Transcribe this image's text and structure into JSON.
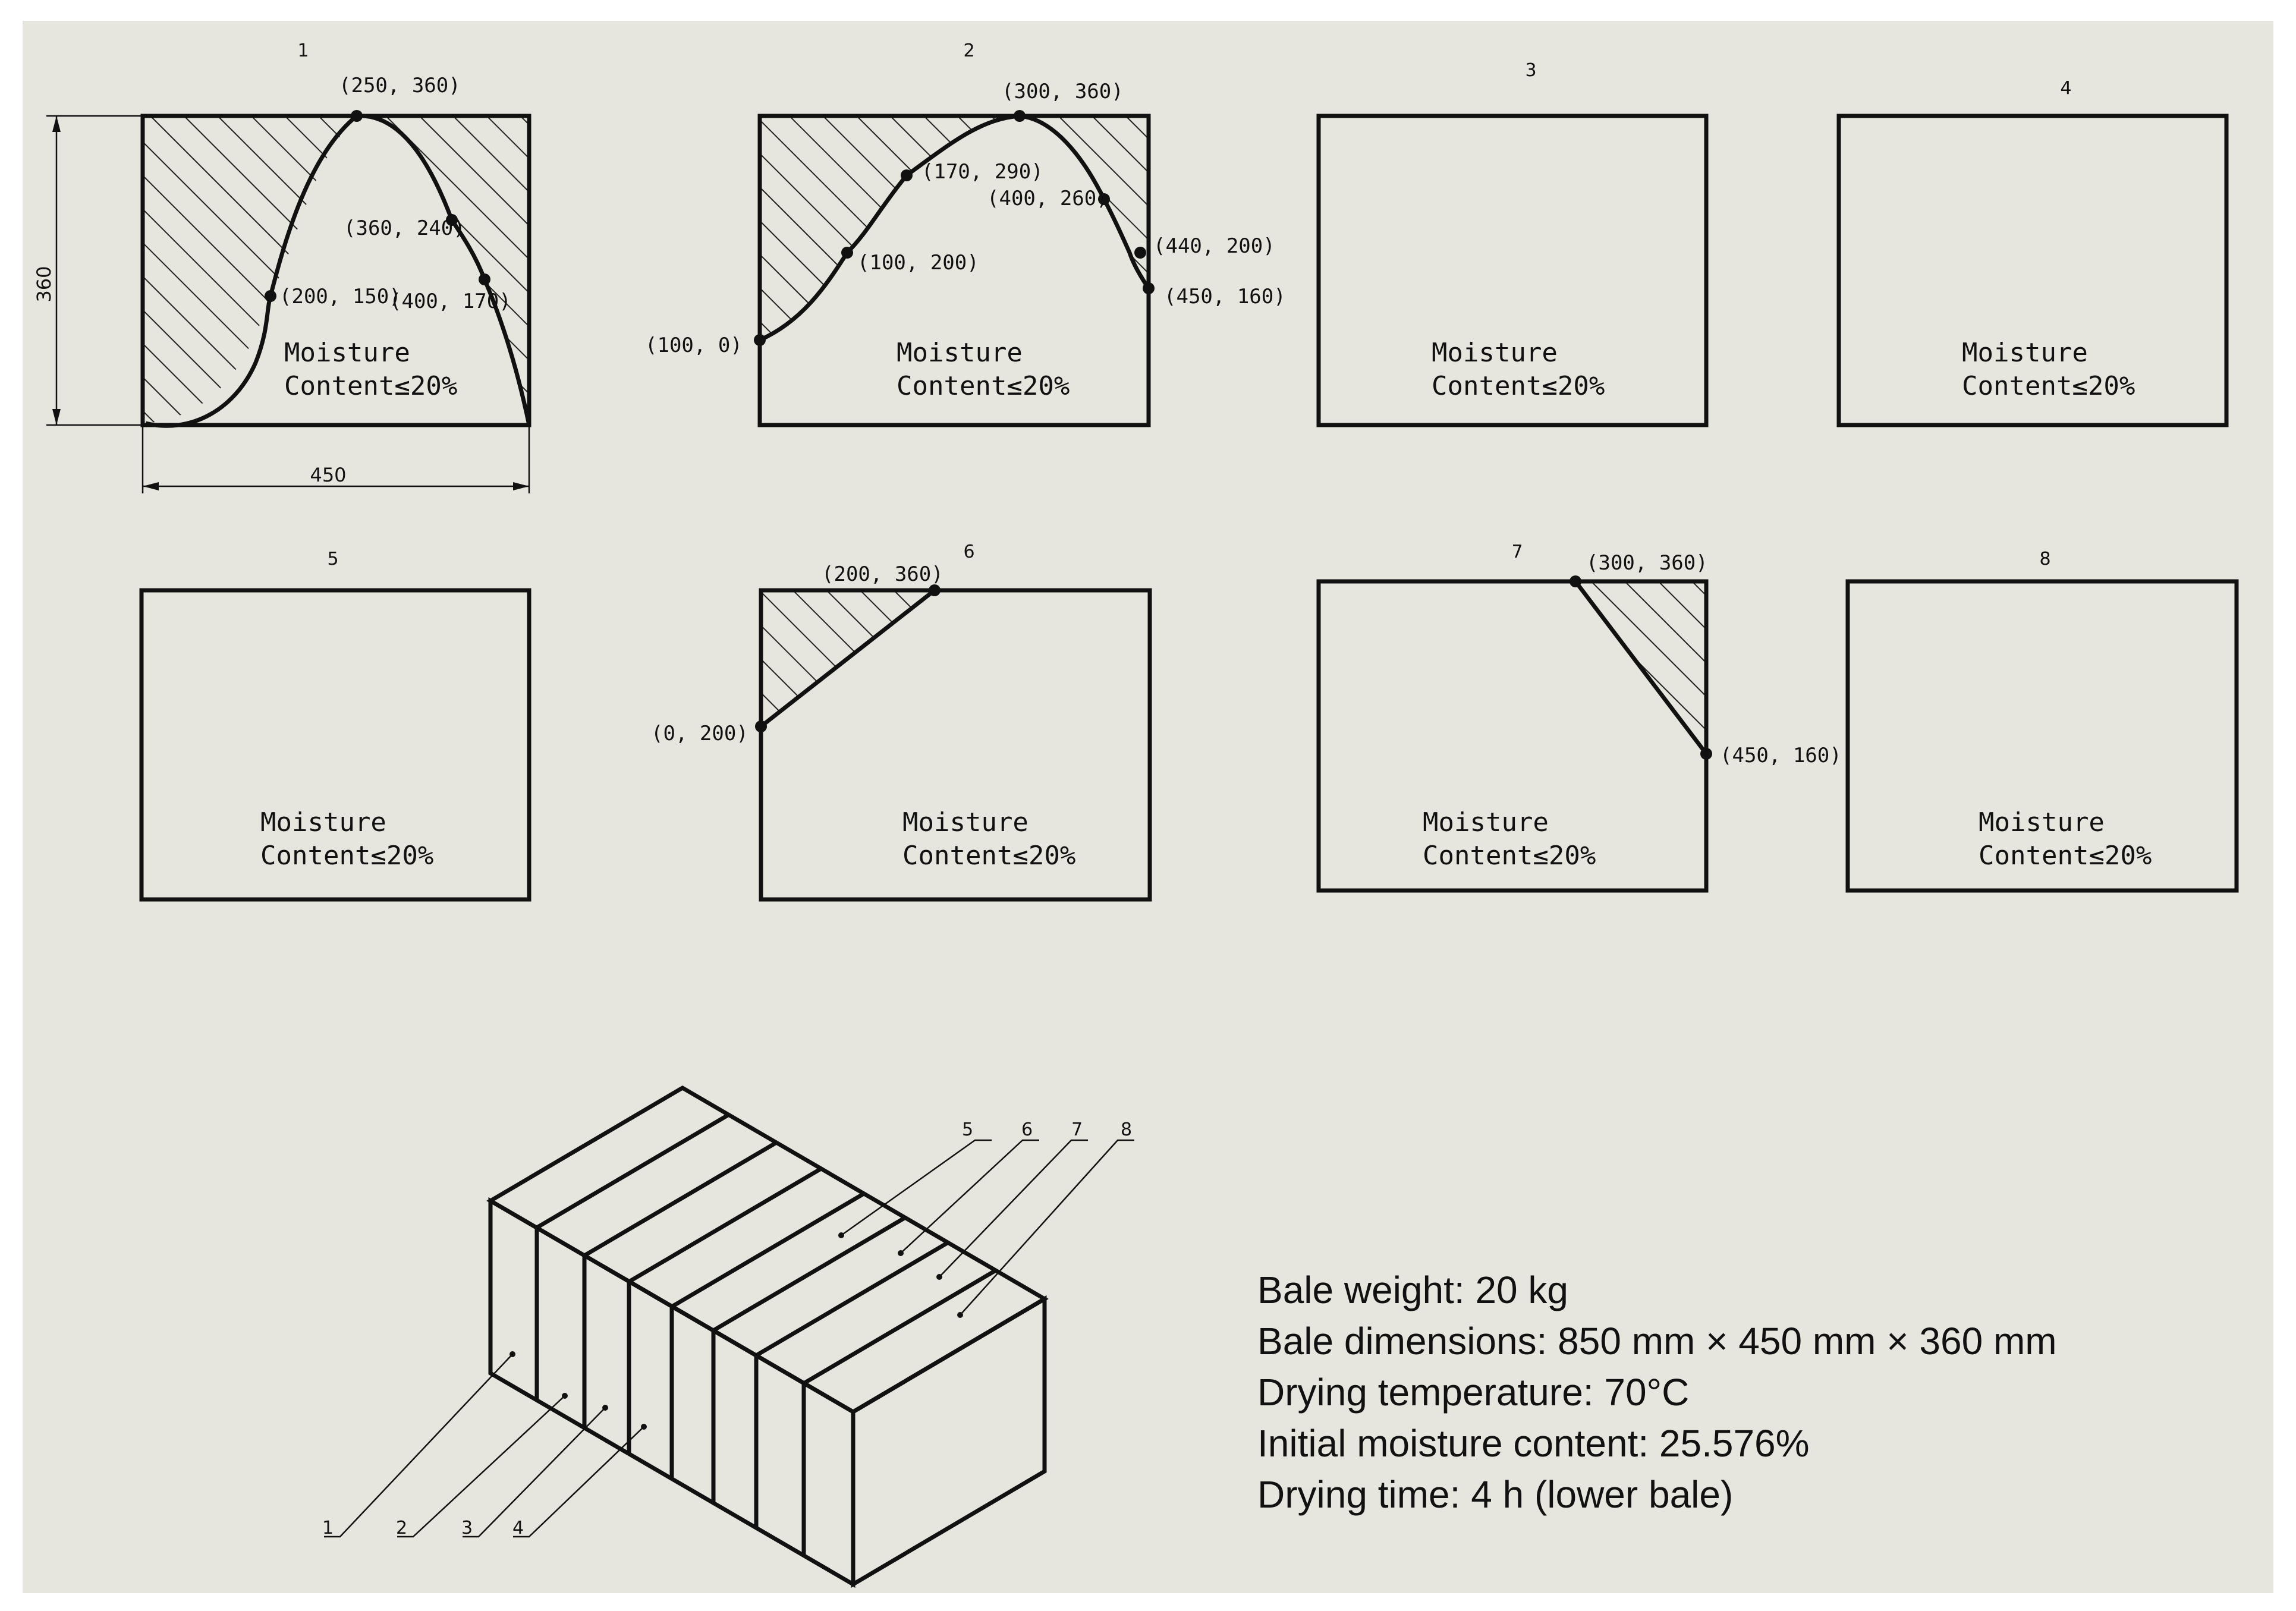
{
  "colors": {
    "background": "#e7e6de",
    "ink": "#111111",
    "hatch": "#222222"
  },
  "panels": [
    {
      "number": "1",
      "moisture_line1": "Moisture",
      "moisture_line2": "Content≤20%",
      "points": [
        "(250, 360)",
        "(360, 240)",
        "(200, 150)",
        "(400, 170)"
      ],
      "dimension_height": "360",
      "dimension_width": "450"
    },
    {
      "number": "2",
      "moisture_line1": "Moisture",
      "moisture_line2": "Content≤20%",
      "points": [
        "(300, 360)",
        "(170, 290)",
        "(400, 260)",
        "(440, 200)",
        "(100, 200)",
        "(450, 160)",
        "(100, 0)"
      ]
    },
    {
      "number": "3",
      "moisture_line1": "Moisture",
      "moisture_line2": "Content≤20%"
    },
    {
      "number": "4",
      "moisture_line1": "Moisture",
      "moisture_line2": "Content≤20%"
    },
    {
      "number": "5",
      "moisture_line1": "Moisture",
      "moisture_line2": "Content≤20%"
    },
    {
      "number": "6",
      "moisture_line1": "Moisture",
      "moisture_line2": "Content≤20%",
      "points": [
        "(200, 360)",
        "(0, 200)"
      ]
    },
    {
      "number": "7",
      "moisture_line1": "Moisture",
      "moisture_line2": "Content≤20%",
      "points": [
        "(300, 360)",
        "(450, 160)"
      ]
    },
    {
      "number": "8",
      "moisture_line1": "Moisture",
      "moisture_line2": "Content≤20%"
    }
  ],
  "bale_labels": [
    "1",
    "2",
    "3",
    "4",
    "5",
    "6",
    "7",
    "8"
  ],
  "specs": [
    "Bale weight: 20 kg",
    "Bale dimensions: 850 mm × 450 mm × 360 mm",
    "Drying temperature: 70°C",
    "Initial moisture content: 25.576%",
    "Drying time: 4 h (lower bale)"
  ]
}
